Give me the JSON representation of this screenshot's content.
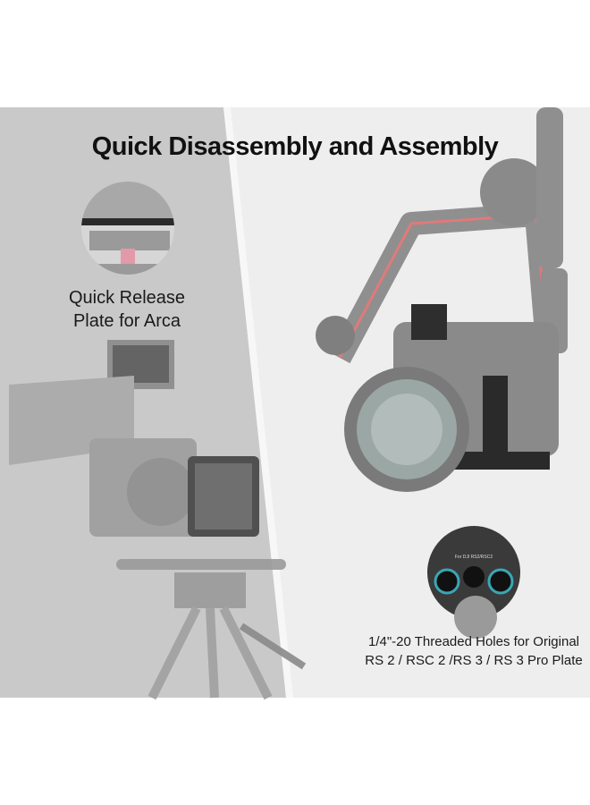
{
  "title": "Quick Disassembly and Assembly",
  "left_feature": {
    "caption_line1": "Quick Release",
    "caption_line2": "Plate for Arca"
  },
  "right_feature": {
    "caption_line1": "1/4\"-20 Threaded Holes for Original",
    "caption_line2": "RS 2 / RSC 2 /RS 3 / RS 3 Pro Plate",
    "inset_label": "For DJI RS2/RSC2"
  },
  "colors": {
    "left_panel": "#c9c9c9",
    "right_panel": "#eeeeee",
    "accent_ring": "#3aa6b4",
    "gimbal_stripe": "#e07a7a"
  }
}
